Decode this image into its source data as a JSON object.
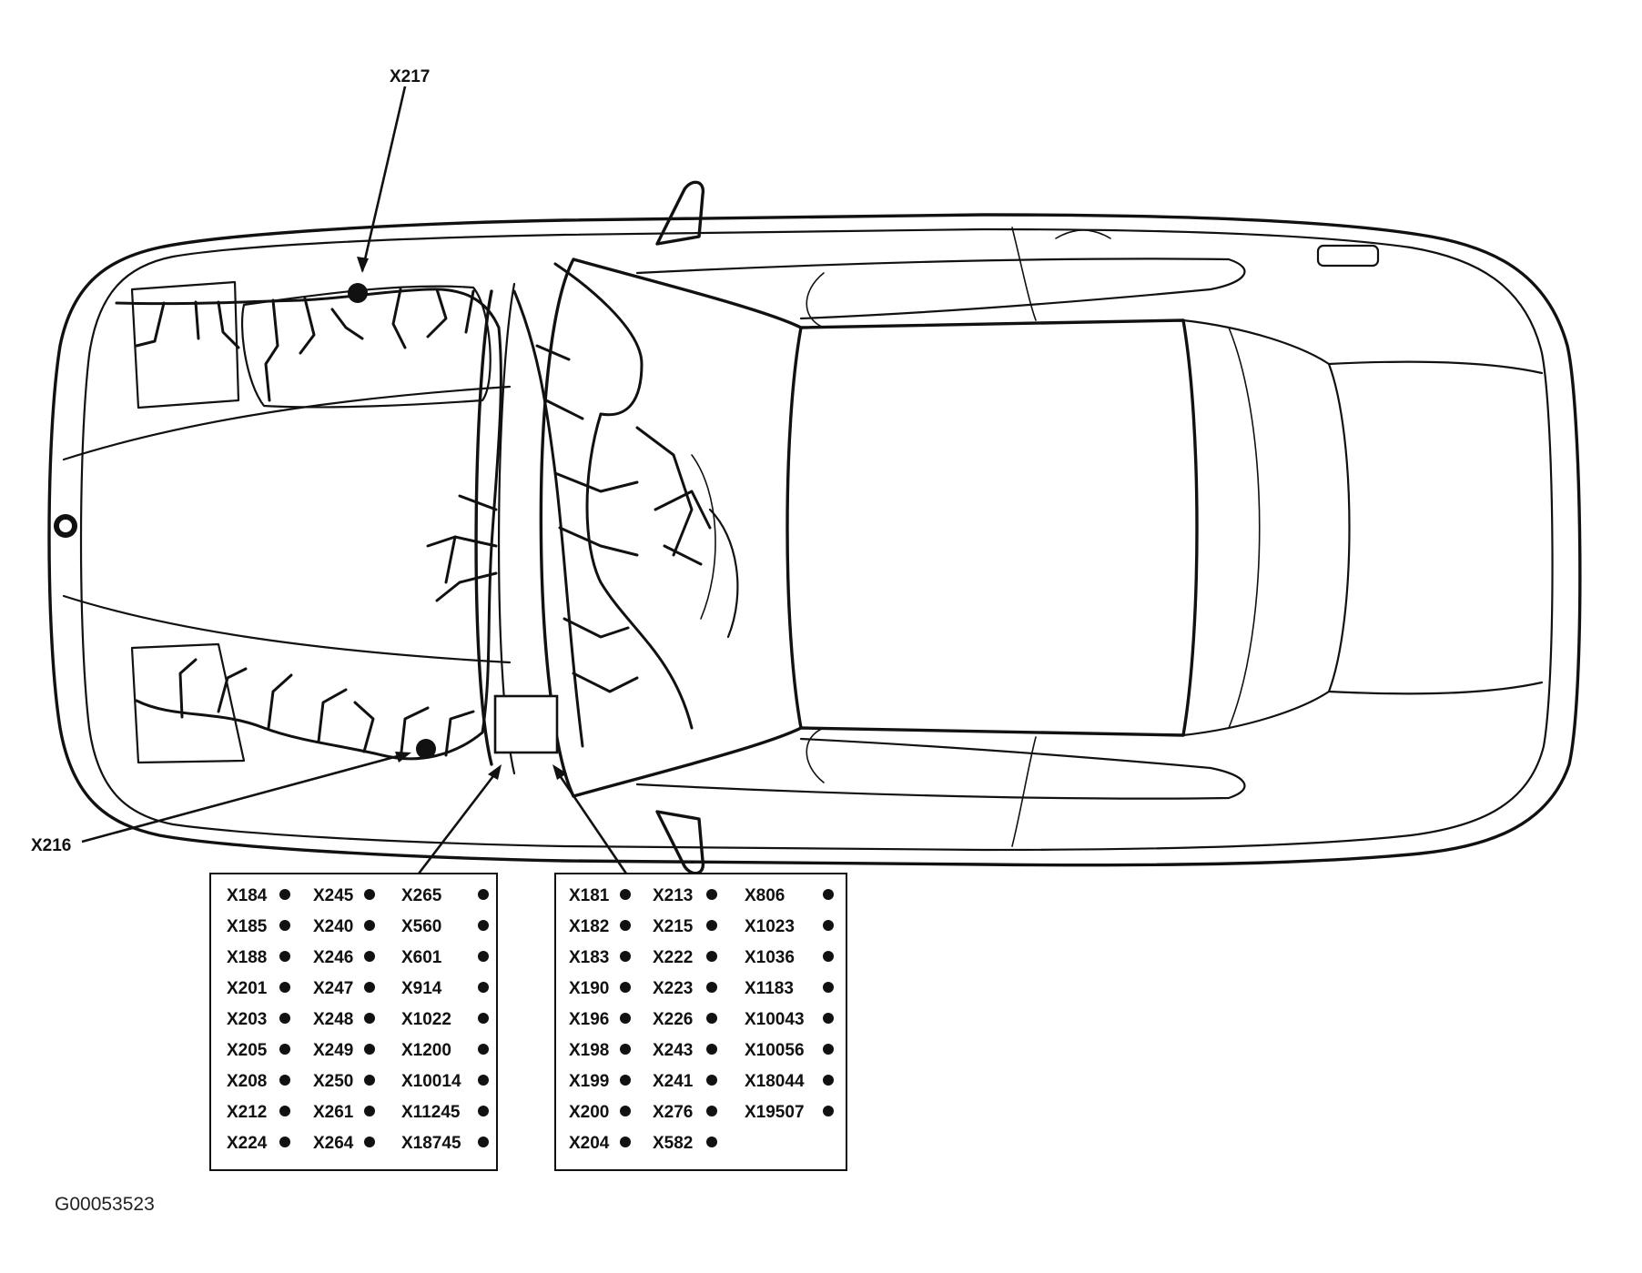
{
  "callouts": {
    "x217": "X217",
    "x216": "X216"
  },
  "figure_code": "G00053523",
  "connector_box_left": {
    "columns": [
      [
        "X184",
        "X185",
        "X188",
        "X201",
        "X203",
        "X205",
        "X208",
        "X212",
        "X224"
      ],
      [
        "X245",
        "X240",
        "X246",
        "X247",
        "X248",
        "X249",
        "X250",
        "X261",
        "X264"
      ],
      [
        "X265",
        "X560",
        "X601",
        "X914",
        "X1022",
        "X1200",
        "X10014",
        "X11245",
        "X18745"
      ]
    ]
  },
  "connector_box_right": {
    "columns": [
      [
        "X181",
        "X182",
        "X183",
        "X190",
        "X196",
        "X198",
        "X199",
        "X200",
        "X204"
      ],
      [
        "X213",
        "X215",
        "X222",
        "X223",
        "X226",
        "X243",
        "X241",
        "X276",
        "X582"
      ],
      [
        "X806",
        "X1023",
        "X1036",
        "X1183",
        "X10043",
        "X10056",
        "X18044",
        "X19507"
      ]
    ]
  }
}
